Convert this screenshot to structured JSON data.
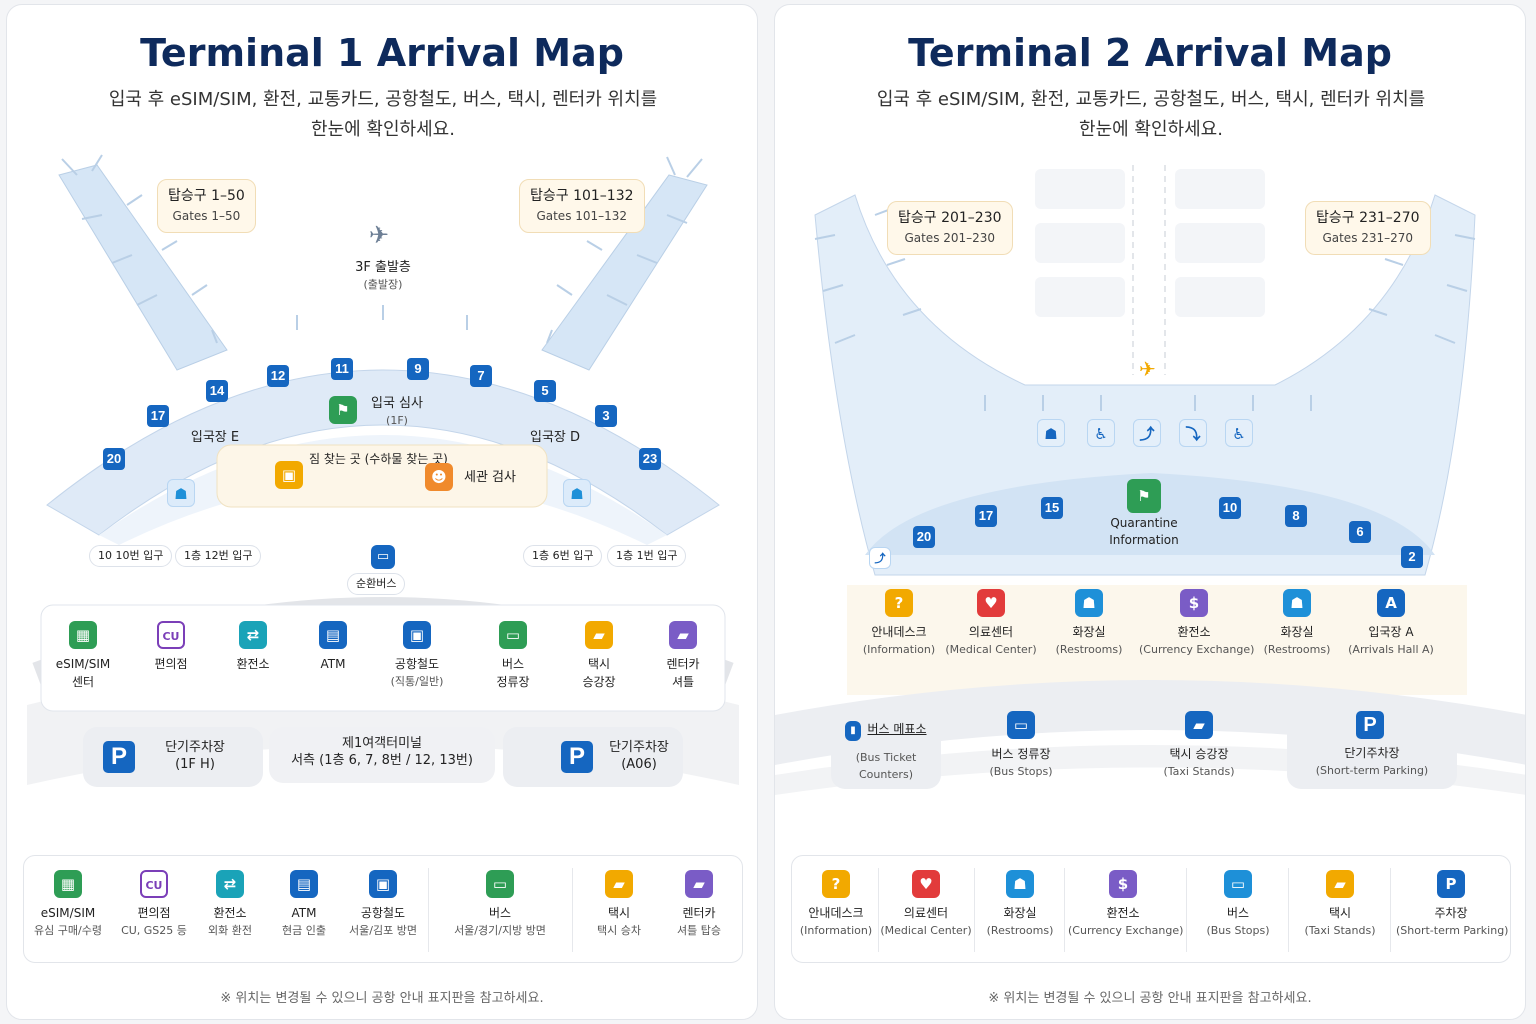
{
  "t1": {
    "title": "Terminal 1 Arrival Map",
    "subtitle_l1": "입국 후 eSIM/SIM, 환전, 교통카드, 공항철도, 버스, 택시, 렌터카 위치를",
    "subtitle_l2": "한눈에 확인하세요.",
    "gates_left": {
      "ko": "탑승구 1–50",
      "en": "Gates 1–50"
    },
    "gates_right": {
      "ko": "탑승구 101–132",
      "en": "Gates 101–132"
    },
    "departure": {
      "l1": "3F 출발층",
      "l2": "(출발장)"
    },
    "gate_numbers": [
      "20",
      "17",
      "14",
      "12",
      "11",
      "9",
      "7",
      "5",
      "3",
      "23"
    ],
    "immigration": {
      "l1": "입국 심사",
      "l2": "(1F)"
    },
    "hall_e": "입국장 E",
    "hall_d": "입국장 D",
    "baggage": {
      "l1": "짐 찾는 곳",
      "l2": "(수하물 찾는 곳)"
    },
    "customs": "세관 검사",
    "exits": [
      "10 10번 입구",
      "1층 12번 입구",
      "1층 6번 입구",
      "1층 1번 입구"
    ],
    "shuttle": "순환버스",
    "services": [
      {
        "icon": "sim-icon",
        "l1": "eSIM/SIM",
        "l2": "센터"
      },
      {
        "icon": "cu-icon",
        "l1": "편의점",
        "l2": ""
      },
      {
        "icon": "exchange-icon",
        "l1": "환전소",
        "l2": ""
      },
      {
        "icon": "atm-icon",
        "l1": "ATM",
        "l2": ""
      },
      {
        "icon": "train-icon",
        "l1": "공항철도",
        "l2": "(직통/일반)"
      },
      {
        "icon": "bus-icon",
        "l1": "버스",
        "l2": "정류장"
      },
      {
        "icon": "taxi-icon",
        "l1": "택시",
        "l2": "승강장"
      },
      {
        "icon": "rentacar-icon",
        "l1": "렌터카",
        "l2": "셔틀"
      }
    ],
    "parking_left": {
      "l1": "단기주차장",
      "l2": "(1F H)"
    },
    "parking_mid": {
      "l1": "제1여객터미널",
      "l2": "서측 (1층 6, 7, 8번 / 12, 13번)"
    },
    "parking_right": {
      "l1": "단기주차장",
      "l2": "(A06)"
    },
    "legend": [
      {
        "icon": "sim-icon",
        "l1": "eSIM/SIM",
        "l2": "유심 구매/수령"
      },
      {
        "icon": "cu-icon",
        "l1": "편의점",
        "l2": "CU, GS25 등"
      },
      {
        "icon": "exchange-icon",
        "l1": "환전소",
        "l2": "외화 환전"
      },
      {
        "icon": "atm-icon",
        "l1": "ATM",
        "l2": "현금 인출"
      },
      {
        "icon": "train-icon",
        "l1": "공항철도",
        "l2": "서울/김포 방면"
      },
      {
        "icon": "bus-icon",
        "l1": "버스",
        "l2": "서울/경기/지방 방면"
      },
      {
        "icon": "taxi-icon",
        "l1": "택시",
        "l2": "택시 승차"
      },
      {
        "icon": "rentacar-icon",
        "l1": "렌터카",
        "l2": "셔틀 탑승"
      }
    ],
    "note": "※ 위치는 변경될 수 있으니 공항 안내 표지판을 참고하세요."
  },
  "t2": {
    "title": "Terminal 2 Arrival Map",
    "subtitle_l1": "입국 후 eSIM/SIM, 환전, 교통카드, 공항철도, 버스, 택시, 렌터카 위치를",
    "subtitle_l2": "한눈에 확인하세요.",
    "gates_left": {
      "ko": "탑승구 201–230",
      "en": "Gates 201–230"
    },
    "gates_right": {
      "ko": "탑승구 231–270",
      "en": "Gates 231–270"
    },
    "gate_numbers": [
      "20",
      "17",
      "15",
      "10",
      "8",
      "6",
      "2"
    ],
    "quarantine": {
      "l1": "Quarantine",
      "l2": "Information"
    },
    "facilities": [
      {
        "icon": "info-icon",
        "l1": "안내데스크",
        "l2": "(Information)"
      },
      {
        "icon": "medical-icon",
        "l1": "의료센터",
        "l2": "(Medical Center)"
      },
      {
        "icon": "restroom-icon",
        "l1": "화장실",
        "l2": "(Restrooms)"
      },
      {
        "icon": "exchange-icon",
        "l1": "환전소",
        "l2": "(Currency Exchange)"
      },
      {
        "icon": "restroom-icon",
        "l1": "화장실",
        "l2": "(Restrooms)"
      },
      {
        "icon": "hall-a-icon",
        "l1": "입국장 A",
        "l2": "(Arrivals Hall A)"
      }
    ],
    "bus_ticket": {
      "l1": "버스 메표소",
      "l2": "(Bus Ticket",
      "l3": "Counters)"
    },
    "bus_stops": {
      "l1": "버스 정류장",
      "l2": "(Bus Stops)"
    },
    "taxi_stands": {
      "l1": "택시 승강장",
      "l2": "(Taxi Stands)"
    },
    "parking": {
      "l1": "단기주차장",
      "l2": "(Short-term Parking)"
    },
    "legend": [
      {
        "icon": "info-icon",
        "l1": "안내데스크",
        "l2": "(Information)"
      },
      {
        "icon": "medical-icon",
        "l1": "의료센터",
        "l2": "(Medical Center)"
      },
      {
        "icon": "restroom-icon",
        "l1": "화장실",
        "l2": "(Restrooms)"
      },
      {
        "icon": "exchange-icon",
        "l1": "환전소",
        "l2": "(Currency Exchange)"
      },
      {
        "icon": "bus-icon",
        "l1": "버스",
        "l2": "(Bus Stops)"
      },
      {
        "icon": "taxi-icon",
        "l1": "택시",
        "l2": "(Taxi Stands)"
      },
      {
        "icon": "parking-icon",
        "l1": "주차장",
        "l2": "(Short-term Parking)"
      }
    ],
    "note": "※ 위치는 변경될 수 있으니 공항 안내 표지판을 참고하세요."
  },
  "glyphs": {
    "parking": "P",
    "hall_a": "A",
    "info": "?",
    "cu": "CU"
  },
  "colors": {
    "title": "#0e2a5c",
    "gate": "#1566c0",
    "sim": "#2e9d55",
    "cu": "#7b3fb8",
    "exchange": "#1aa3b8",
    "train": "#1566c0",
    "bus": "#2e9d55",
    "taxi": "#f2a900",
    "rentacar": "#7a5cc6",
    "info": "#f2a900",
    "medical": "#e23b3b",
    "restroom": "#1e90d8"
  }
}
